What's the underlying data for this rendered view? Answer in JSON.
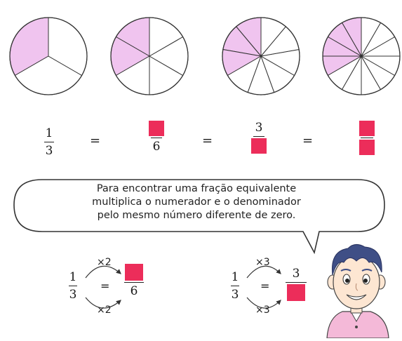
{
  "colors": {
    "shaded": "#f0c4ef",
    "answer_box": "#ec2d5a",
    "line": "#333333"
  },
  "pies": [
    {
      "slices": 3,
      "shaded": 1
    },
    {
      "slices": 6,
      "shaded": 2
    },
    {
      "slices": 9,
      "shaded": 3
    },
    {
      "slices": 12,
      "shaded": 4
    }
  ],
  "equation": {
    "first": {
      "num": "1",
      "den": "3"
    },
    "second": {
      "num": "",
      "den": "6"
    },
    "third": {
      "num": "3",
      "den": ""
    },
    "fourth": {
      "num": "",
      "den": ""
    },
    "eq_sign": "="
  },
  "speech": {
    "line1": "Para encontrar uma fração equivalente",
    "line2": "multiplica o numerador e o denominador",
    "line3": "pelo mesmo número diferente de zero."
  },
  "example_left": {
    "num": "1",
    "den": "3",
    "mult_top": "×2",
    "mult_bottom": "×2",
    "eq": "=",
    "result_den": "6"
  },
  "example_right": {
    "num": "1",
    "den": "3",
    "mult_top": "×3",
    "mult_bottom": "×3",
    "eq": "=",
    "result_num": "3"
  }
}
